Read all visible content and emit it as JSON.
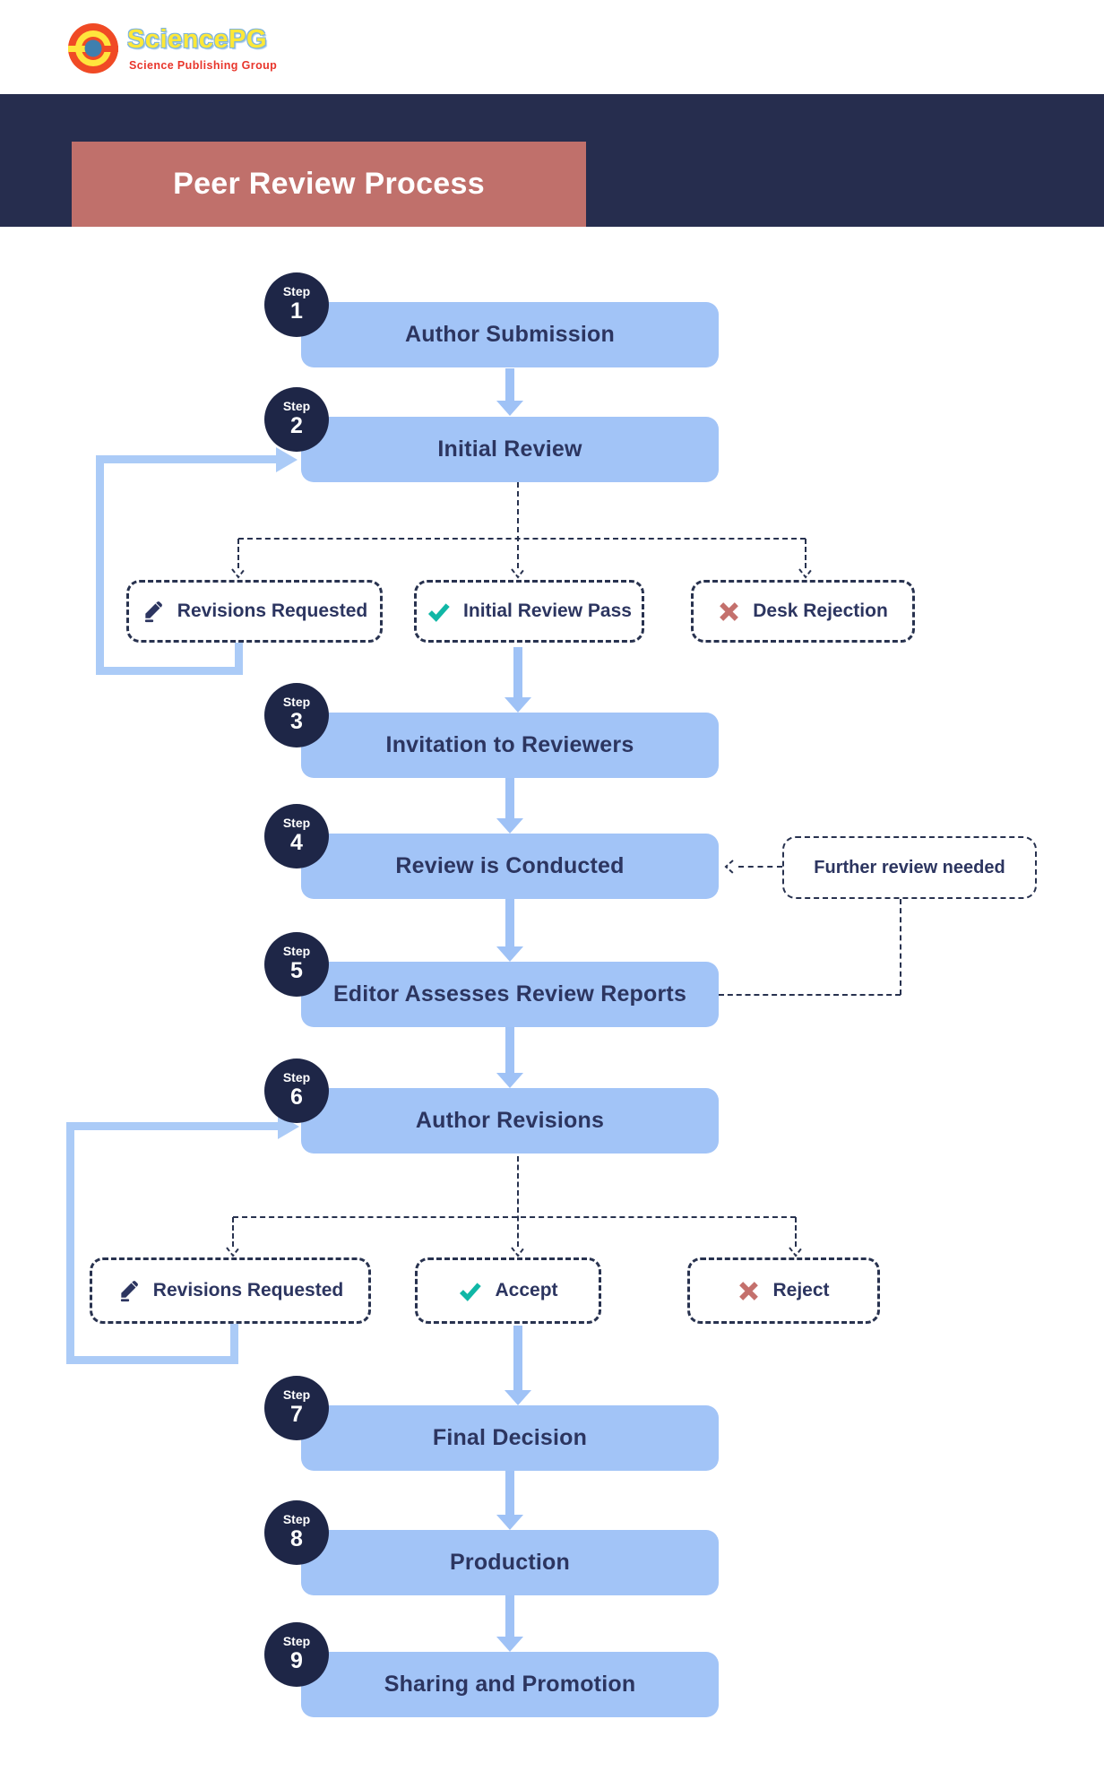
{
  "colors": {
    "navy_band": "#262d4e",
    "title_box_bg": "#c0706b",
    "step_circle_bg": "#1e2647",
    "process_box_bg": "#a2c4f7",
    "arrow": "#9fc2f6",
    "loop_arrow": "#abcbf7",
    "dashed_line": "#28324f",
    "box_text": "#2c3560",
    "check_icon": "#10b7a6",
    "x_icon": "#c4706c",
    "brand_yellow": "#ffe838",
    "brand_red": "#e8352b"
  },
  "logo": {
    "icon": "sciencepg-logo-icon",
    "brand": "SciencePG",
    "tagline": "Science Publishing Group"
  },
  "header": {
    "title": "Peer Review Process"
  },
  "steps": [
    {
      "step_label": "Step",
      "number": "1",
      "title": "Author Submission"
    },
    {
      "step_label": "Step",
      "number": "2",
      "title": "Initial Review"
    },
    {
      "step_label": "Step",
      "number": "3",
      "title": "Invitation to Reviewers"
    },
    {
      "step_label": "Step",
      "number": "4",
      "title": "Review is Conducted"
    },
    {
      "step_label": "Step",
      "number": "5",
      "title": "Editor Assesses Review Reports"
    },
    {
      "step_label": "Step",
      "number": "6",
      "title": "Author Revisions"
    },
    {
      "step_label": "Step",
      "number": "7",
      "title": "Final Decision"
    },
    {
      "step_label": "Step",
      "number": "8",
      "title": "Production"
    },
    {
      "step_label": "Step",
      "number": "9",
      "title": "Sharing and Promotion"
    }
  ],
  "decision_row_1": {
    "options": [
      {
        "icon": "pencil-icon",
        "label": "Revisions Requested"
      },
      {
        "icon": "check-icon",
        "label": "Initial Review Pass"
      },
      {
        "icon": "x-icon",
        "label": "Desk Rejection"
      }
    ]
  },
  "decision_row_2": {
    "options": [
      {
        "icon": "pencil-icon",
        "label": "Revisions Requested"
      },
      {
        "icon": "check-icon",
        "label": "Accept"
      },
      {
        "icon": "x-icon",
        "label": "Reject"
      }
    ]
  },
  "side_note": {
    "label": "Further review needed"
  }
}
